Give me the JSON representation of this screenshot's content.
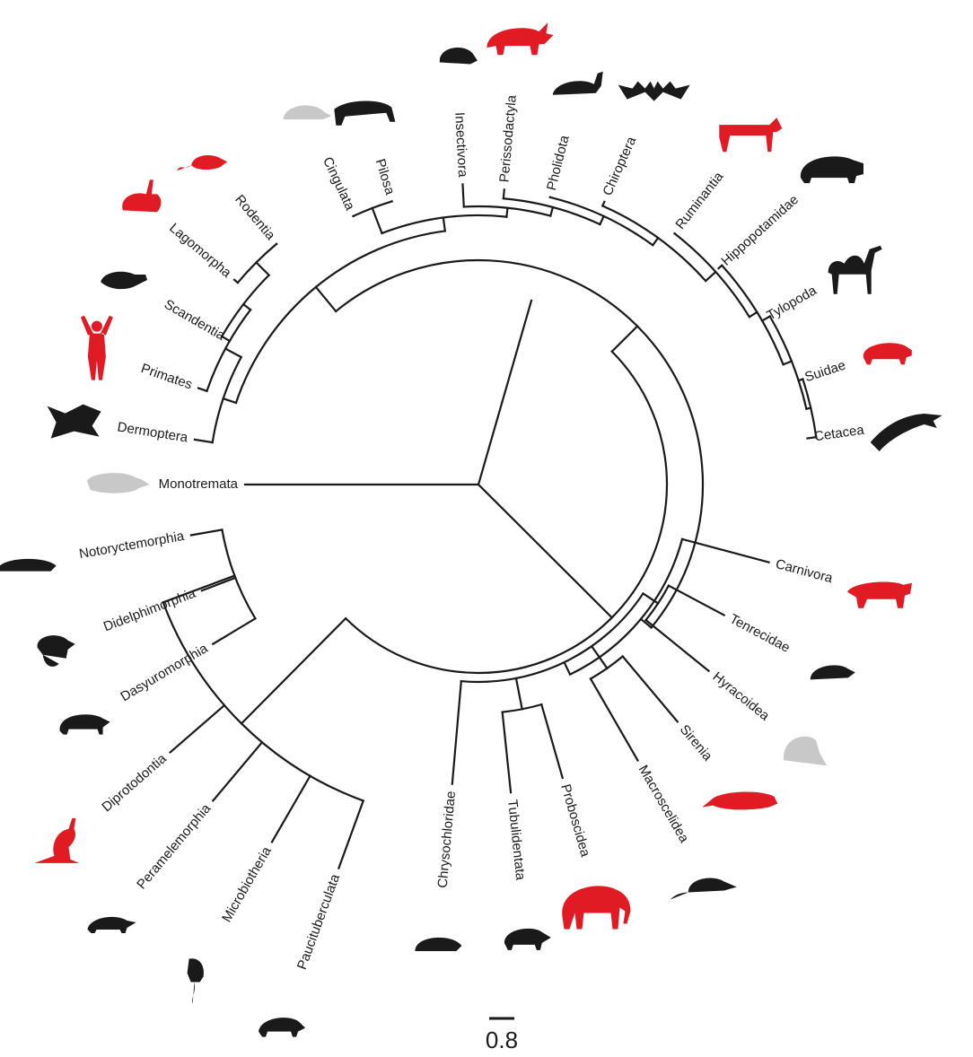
{
  "figure": {
    "scale_bar_label": "0.8",
    "colors": {
      "highlight": "#e01b24",
      "normal": "#1a1a1a",
      "muted": "#c8c8c8",
      "line": "#1a1a1a"
    }
  },
  "taxa": [
    {
      "label": "Monotremata",
      "group": "muted",
      "icon": "platypus-icon"
    },
    {
      "label": "Dermoptera",
      "group": "normal",
      "icon": "colugo-icon"
    },
    {
      "label": "Primates",
      "group": "highlight",
      "icon": "primate-icon"
    },
    {
      "label": "Scandentia",
      "group": "normal",
      "icon": "treeshrew-icon"
    },
    {
      "label": "Lagomorpha",
      "group": "highlight",
      "icon": "rabbit-icon"
    },
    {
      "label": "Rodentia",
      "group": "highlight",
      "icon": "rat-icon"
    },
    {
      "label": "Cingulata",
      "group": "muted",
      "icon": "armadillo-icon"
    },
    {
      "label": "Pilosa",
      "group": "normal",
      "icon": "anteater-icon"
    },
    {
      "label": "Insectivora",
      "group": "normal",
      "icon": "hedgehog-icon"
    },
    {
      "label": "Perissodactyla",
      "group": "highlight",
      "icon": "rhino-icon"
    },
    {
      "label": "Pholidota",
      "group": "normal",
      "icon": "pangolin-icon"
    },
    {
      "label": "Chiroptera",
      "group": "normal",
      "icon": "bat-icon"
    },
    {
      "label": "Ruminantia",
      "group": "highlight",
      "icon": "cow-icon"
    },
    {
      "label": "Hippopotamidae",
      "group": "normal",
      "icon": "hippo-icon"
    },
    {
      "label": "Tylopoda",
      "group": "normal",
      "icon": "camel-icon"
    },
    {
      "label": "Suidae",
      "group": "highlight",
      "icon": "pig-icon"
    },
    {
      "label": "Cetacea",
      "group": "normal",
      "icon": "dolphin-icon"
    },
    {
      "label": "Carnivora",
      "group": "highlight",
      "icon": "tiger-icon"
    },
    {
      "label": "Tenrecidae",
      "group": "normal",
      "icon": "tenrec-icon"
    },
    {
      "label": "Hyracoidea",
      "group": "muted",
      "icon": "hyrax-icon"
    },
    {
      "label": "Sirenia",
      "group": "highlight",
      "icon": "manatee-icon"
    },
    {
      "label": "Macroscelidea",
      "group": "normal",
      "icon": "elephant-shrew-icon"
    },
    {
      "label": "Proboscidea",
      "group": "highlight",
      "icon": "elephant-icon"
    },
    {
      "label": "Tubulidentata",
      "group": "normal",
      "icon": "aardvark-icon"
    },
    {
      "label": "Chrysochloridae",
      "group": "normal",
      "icon": "golden-mole-icon"
    },
    {
      "label": "Paucituberculata",
      "group": "normal",
      "icon": "shrew-opossum-icon"
    },
    {
      "label": "Microbiotheria",
      "group": "normal",
      "icon": "monito-icon"
    },
    {
      "label": "Peramelemorphia",
      "group": "normal",
      "icon": "bandicoot-icon"
    },
    {
      "label": "Diprotodontia",
      "group": "highlight",
      "icon": "kangaroo-icon"
    },
    {
      "label": "Dasyuromorphia",
      "group": "normal",
      "icon": "tasmanian-devil-icon"
    },
    {
      "label": "Didelphimorphia",
      "group": "normal",
      "icon": "opossum-icon"
    },
    {
      "label": "Notoryctemorphia",
      "group": "normal",
      "icon": "marsupial-mole-icon"
    }
  ]
}
